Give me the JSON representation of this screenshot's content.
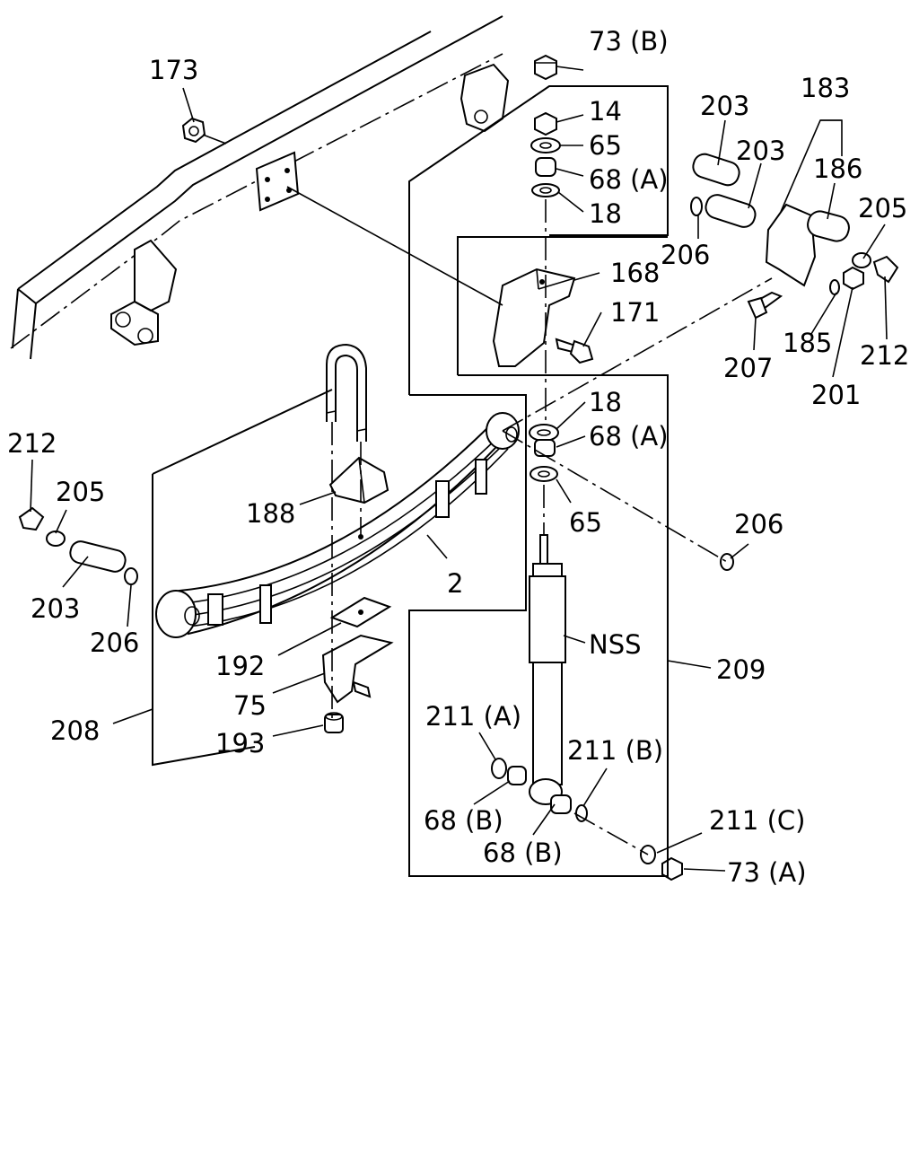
{
  "labels": {
    "p173": "173",
    "p73b": "73 (B)",
    "p14": "14",
    "p65a": "65",
    "p68a_top": "68 (A)",
    "p18a": "18",
    "p203a": "203",
    "p203b": "203",
    "p183": "183",
    "p186": "186",
    "p205r": "205",
    "p206r": "206",
    "p168": "168",
    "p171": "171",
    "p185": "185",
    "p212r": "212",
    "p207": "207",
    "p201": "201",
    "p18b": "18",
    "p68a_mid": "68 (A)",
    "p65b": "65",
    "p206m": "206",
    "p212l": "212",
    "p205l": "205",
    "p188": "188",
    "p2": "2",
    "p203l": "203",
    "p206l": "206",
    "pnss": "NSS",
    "p192": "192",
    "p209": "209",
    "p75": "75",
    "p208": "208",
    "p193": "193",
    "p211a": "211 (A)",
    "p211b": "211 (B)",
    "p68b_1": "68 (B)",
    "p68b_2": "68 (B)",
    "p211c": "211 (C)",
    "p73a": "73 (A)"
  }
}
